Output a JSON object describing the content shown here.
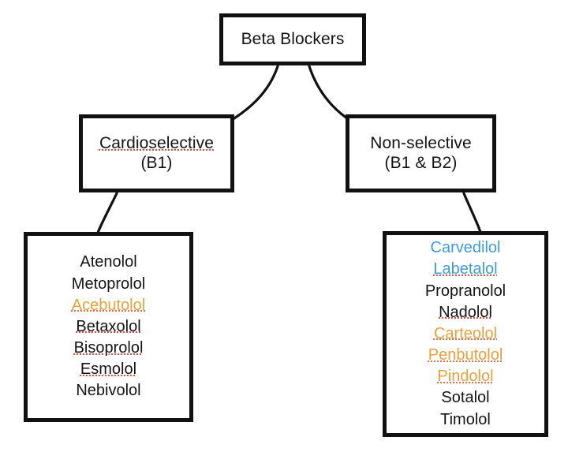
{
  "diagram": {
    "type": "hierarchy-tree",
    "title": "Beta Blockers classification",
    "colors": {
      "box_border": "#111111",
      "box_fill": "#ffffff",
      "text_default": "#141414",
      "highlight_orange": "#e8a13c",
      "highlight_blue": "#3f9bdd",
      "spellcheck_underline": "#e04a3f"
    },
    "root": {
      "label": "Beta Blockers"
    },
    "branches": [
      {
        "id": "cardioselective",
        "label_line1": "Cardioselective",
        "label_line2": "(B1)",
        "drugs": [
          {
            "name": "Atenolol",
            "color": "default",
            "spellcheck": false
          },
          {
            "name": "Metoprolol",
            "color": "default",
            "spellcheck": false
          },
          {
            "name": "Acebutolol",
            "color": "orange",
            "spellcheck": true
          },
          {
            "name": "Betaxolol",
            "color": "default",
            "spellcheck": true
          },
          {
            "name": "Bisoprolol",
            "color": "default",
            "spellcheck": true
          },
          {
            "name": "Esmolol",
            "color": "default",
            "spellcheck": true
          },
          {
            "name": "Nebivolol",
            "color": "default",
            "spellcheck": false
          }
        ]
      },
      {
        "id": "non-selective",
        "label_line1": "Non-selective",
        "label_line2": "(B1 & B2)",
        "drugs": [
          {
            "name": "Carvedilol",
            "color": "blue",
            "spellcheck": false
          },
          {
            "name": "Labetalol",
            "color": "blue",
            "spellcheck": true
          },
          {
            "name": "Propranolol",
            "color": "default",
            "spellcheck": false
          },
          {
            "name": "Nadolol",
            "color": "default",
            "spellcheck": true
          },
          {
            "name": "Carteolol",
            "color": "orange",
            "spellcheck": true
          },
          {
            "name": "Penbutolol",
            "color": "orange",
            "spellcheck": true
          },
          {
            "name": "Pindolol",
            "color": "orange",
            "spellcheck": true
          },
          {
            "name": "Sotalol",
            "color": "default",
            "spellcheck": false
          },
          {
            "name": "Timolol",
            "color": "default",
            "spellcheck": false
          }
        ]
      }
    ]
  }
}
